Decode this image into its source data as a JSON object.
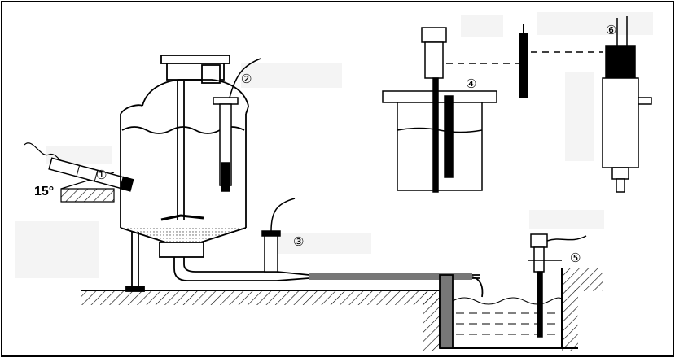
{
  "labels": {
    "angle": "15°",
    "sensor_1": "①",
    "sensor_2": "②",
    "sensor_3": "③",
    "sensor_4": "④",
    "sensor_5": "⑤",
    "sensor_6": "⑥"
  },
  "colors": {
    "line": "#000000",
    "background": "#ffffff",
    "label_box": "#f4f4f4"
  }
}
